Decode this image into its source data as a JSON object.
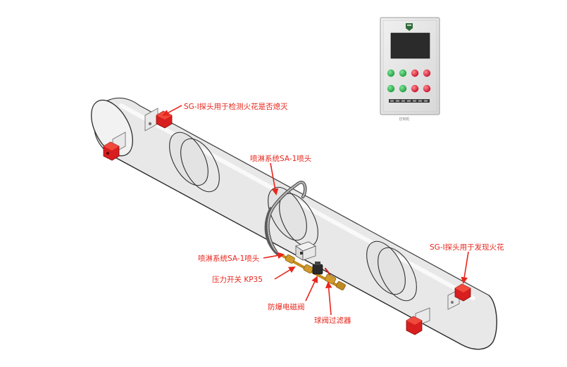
{
  "labels": {
    "probe_extinguish": "SG-I探头用于检测火花是否熄灭",
    "spray_nozzle_top": "喷淋系统SA-1喷头",
    "spray_nozzle_bottom": "喷淋系统SA-1喷头",
    "pressure_switch": "压力开关 KP35",
    "solenoid_valve": "防爆电磁阀",
    "ball_valve_filter": "球阀过滤器",
    "probe_detect": "SG-I探头用于发现火花",
    "panel_caption": "控制柜"
  },
  "control_panel": {
    "indicator_colors": [
      "#1f9e3b",
      "#1f9e3b",
      "#c8102e",
      "#c8102e"
    ],
    "green": "#1f9e3b",
    "red": "#c8102e",
    "screen_color": "#2b2b2b"
  },
  "colors": {
    "label": "#e8261c",
    "probe": "#d81e1e"
  }
}
